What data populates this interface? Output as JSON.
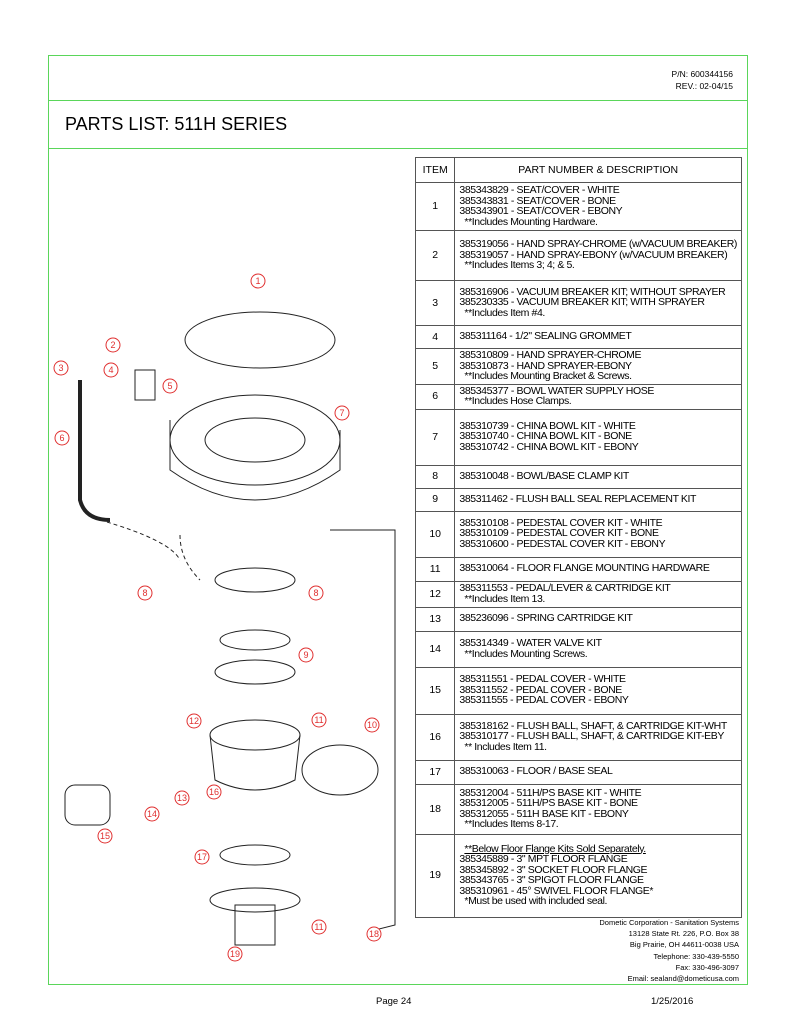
{
  "header": {
    "pn": "P/N: 600344156",
    "rev": "REV.: 02-04/15",
    "title": "PARTS LIST:  511H SERIES"
  },
  "table": {
    "col_item": "ITEM",
    "col_desc": "PART NUMBER & DESCRIPTION",
    "rows": [
      {
        "item": "1",
        "lines": [
          "385343829 - SEAT/COVER - WHITE",
          "385343831 - SEAT/COVER - BONE",
          "385343901 - SEAT/COVER - EBONY"
        ],
        "note": "**Includes Mounting Hardware."
      },
      {
        "item": "2",
        "lines": [
          "385319056 - HAND SPRAY-CHROME (w/VACUUM BREAKER)",
          "385319057 - HAND SPRAY-EBONY (w/VACUUM BREAKER)"
        ],
        "note": "**Includes Items 3; 4; & 5."
      },
      {
        "item": "3",
        "lines": [
          "385316906 - VACUUM BREAKER KIT; WITHOUT SPRAYER",
          "385230335 - VACUUM BREAKER KIT; WITH SPRAYER"
        ],
        "note": "**Includes Item #4."
      },
      {
        "item": "4",
        "lines": [
          "385311164 - 1/2\" SEALING GROMMET"
        ]
      },
      {
        "item": "5",
        "lines": [
          "385310809 - HAND SPRAYER-CHROME",
          "385310873 - HAND SPRAYER-EBONY"
        ],
        "note": "**Includes Mounting Bracket & Screws."
      },
      {
        "item": "6",
        "lines": [
          "385345377 - BOWL WATER SUPPLY HOSE"
        ],
        "note": "**Includes Hose Clamps."
      },
      {
        "item": "7",
        "lines": [
          "385310739 - CHINA BOWL KIT - WHITE",
          "385310740 - CHINA BOWL KIT - BONE",
          "385310742 - CHINA BOWL KIT - EBONY"
        ]
      },
      {
        "item": "8",
        "lines": [
          "385310048 - BOWL/BASE CLAMP KIT"
        ]
      },
      {
        "item": "9",
        "lines": [
          "385311462 - FLUSH BALL SEAL REPLACEMENT KIT"
        ]
      },
      {
        "item": "10",
        "lines": [
          "385310108 - PEDESTAL COVER KIT - WHITE",
          "385310109 - PEDESTAL COVER KIT - BONE",
          "385310600 - PEDESTAL COVER KIT - EBONY"
        ]
      },
      {
        "item": "11",
        "lines": [
          "385310064 - FLOOR FLANGE MOUNTING HARDWARE"
        ]
      },
      {
        "item": "12",
        "lines": [
          "385311553 - PEDAL/LEVER & CARTRIDGE KIT"
        ],
        "note": "**Includes Item 13."
      },
      {
        "item": "13",
        "lines": [
          "385236096 - SPRING CARTRIDGE KIT"
        ]
      },
      {
        "item": "14",
        "lines": [
          "385314349 - WATER VALVE KIT"
        ],
        "note": "**Includes Mounting Screws."
      },
      {
        "item": "15",
        "lines": [
          "385311551 - PEDAL COVER - WHITE",
          "385311552 - PEDAL COVER - BONE",
          "385311555 - PEDAL COVER - EBONY"
        ]
      },
      {
        "item": "16",
        "lines": [
          "385318162 - FLUSH BALL, SHAFT, & CARTRIDGE KIT-WHT",
          "385310177 - FLUSH BALL, SHAFT, & CARTRIDGE KIT-EBY"
        ],
        "note": "** Includes Item 11."
      },
      {
        "item": "17",
        "lines": [
          "385310063 - FLOOR / BASE SEAL"
        ]
      },
      {
        "item": "18",
        "lines": [
          "385312004 - 511H/PS BASE KIT - WHITE",
          "385312005 - 511H/PS BASE KIT - BONE",
          "385312055 - 511H BASE KIT - EBONY"
        ],
        "note": "**Includes Items 8-17."
      },
      {
        "item": "19",
        "pre": "**Below Floor Flange Kits Sold Separately.",
        "lines": [
          "385345889 - 3\" MPT FLOOR FLANGE",
          "385345892 - 3\" SOCKET FLOOR FLANGE",
          "385343765 - 3\" SPIGOT FLOOR FLANGE",
          "385310961 - 45° SWIVEL FLOOR FLANGE*"
        ],
        "note": "*Must be used with included seal."
      }
    ]
  },
  "address": [
    "Dometic Corporation - Sanitation Systems",
    "13128 State Rt. 226, P.O. Box 38",
    "Big Prairie, OH 44611-0038 USA",
    "Telephone: 330-439-5550",
    "Fax: 330-496-3097",
    "Email: sealand@dometicusa.com"
  ],
  "footer": {
    "page": "Page 24",
    "date": "1/25/2016"
  },
  "diagram": {
    "callouts": [
      "1",
      "2",
      "3",
      "4",
      "5",
      "6",
      "7",
      "8",
      "8",
      "9",
      "10",
      "11",
      "12",
      "13",
      "14",
      "15",
      "16",
      "17",
      "18",
      "11",
      "19"
    ],
    "callout_color": "#e03030"
  }
}
